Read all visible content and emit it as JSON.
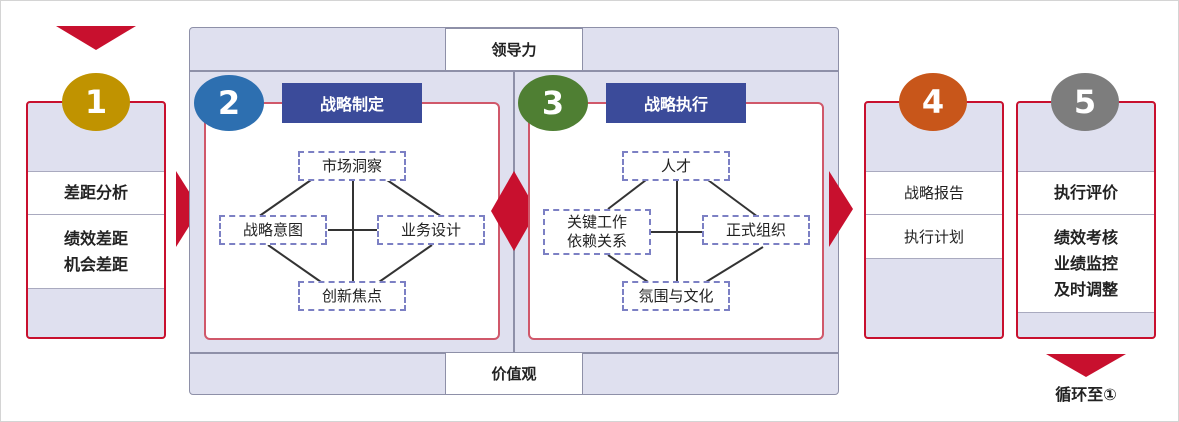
{
  "colors": {
    "accent_red": "#c8102e",
    "title_blue": "#3b4b9a",
    "step1": "#c09300",
    "step2": "#2d6fb0",
    "step3": "#4f7f33",
    "step4": "#c8561a",
    "step5": "#7d7d7d"
  },
  "steps": [
    {
      "number": "1",
      "items": [
        "差距分析",
        "绩效差距\n机会差距"
      ]
    },
    {
      "number": "2",
      "title": "战略制定",
      "nodes": {
        "top": "市场洞察",
        "left": "战略意图",
        "right": "业务设计",
        "bottom": "创新焦点"
      }
    },
    {
      "number": "3",
      "title": "战略执行",
      "nodes": {
        "top": "人才",
        "left": "关键工作\n依赖关系",
        "right": "正式组织",
        "bottom": "氛围与文化"
      }
    },
    {
      "number": "4",
      "items": [
        "战略报告",
        "执行计划"
      ]
    },
    {
      "number": "5",
      "items": [
        "执行评价",
        "绩效考核\n业绩监控\n及时调整"
      ]
    }
  ],
  "frame": {
    "top_label": "领导力",
    "bottom_label": "价值观"
  },
  "loop_label": "循环至①"
}
